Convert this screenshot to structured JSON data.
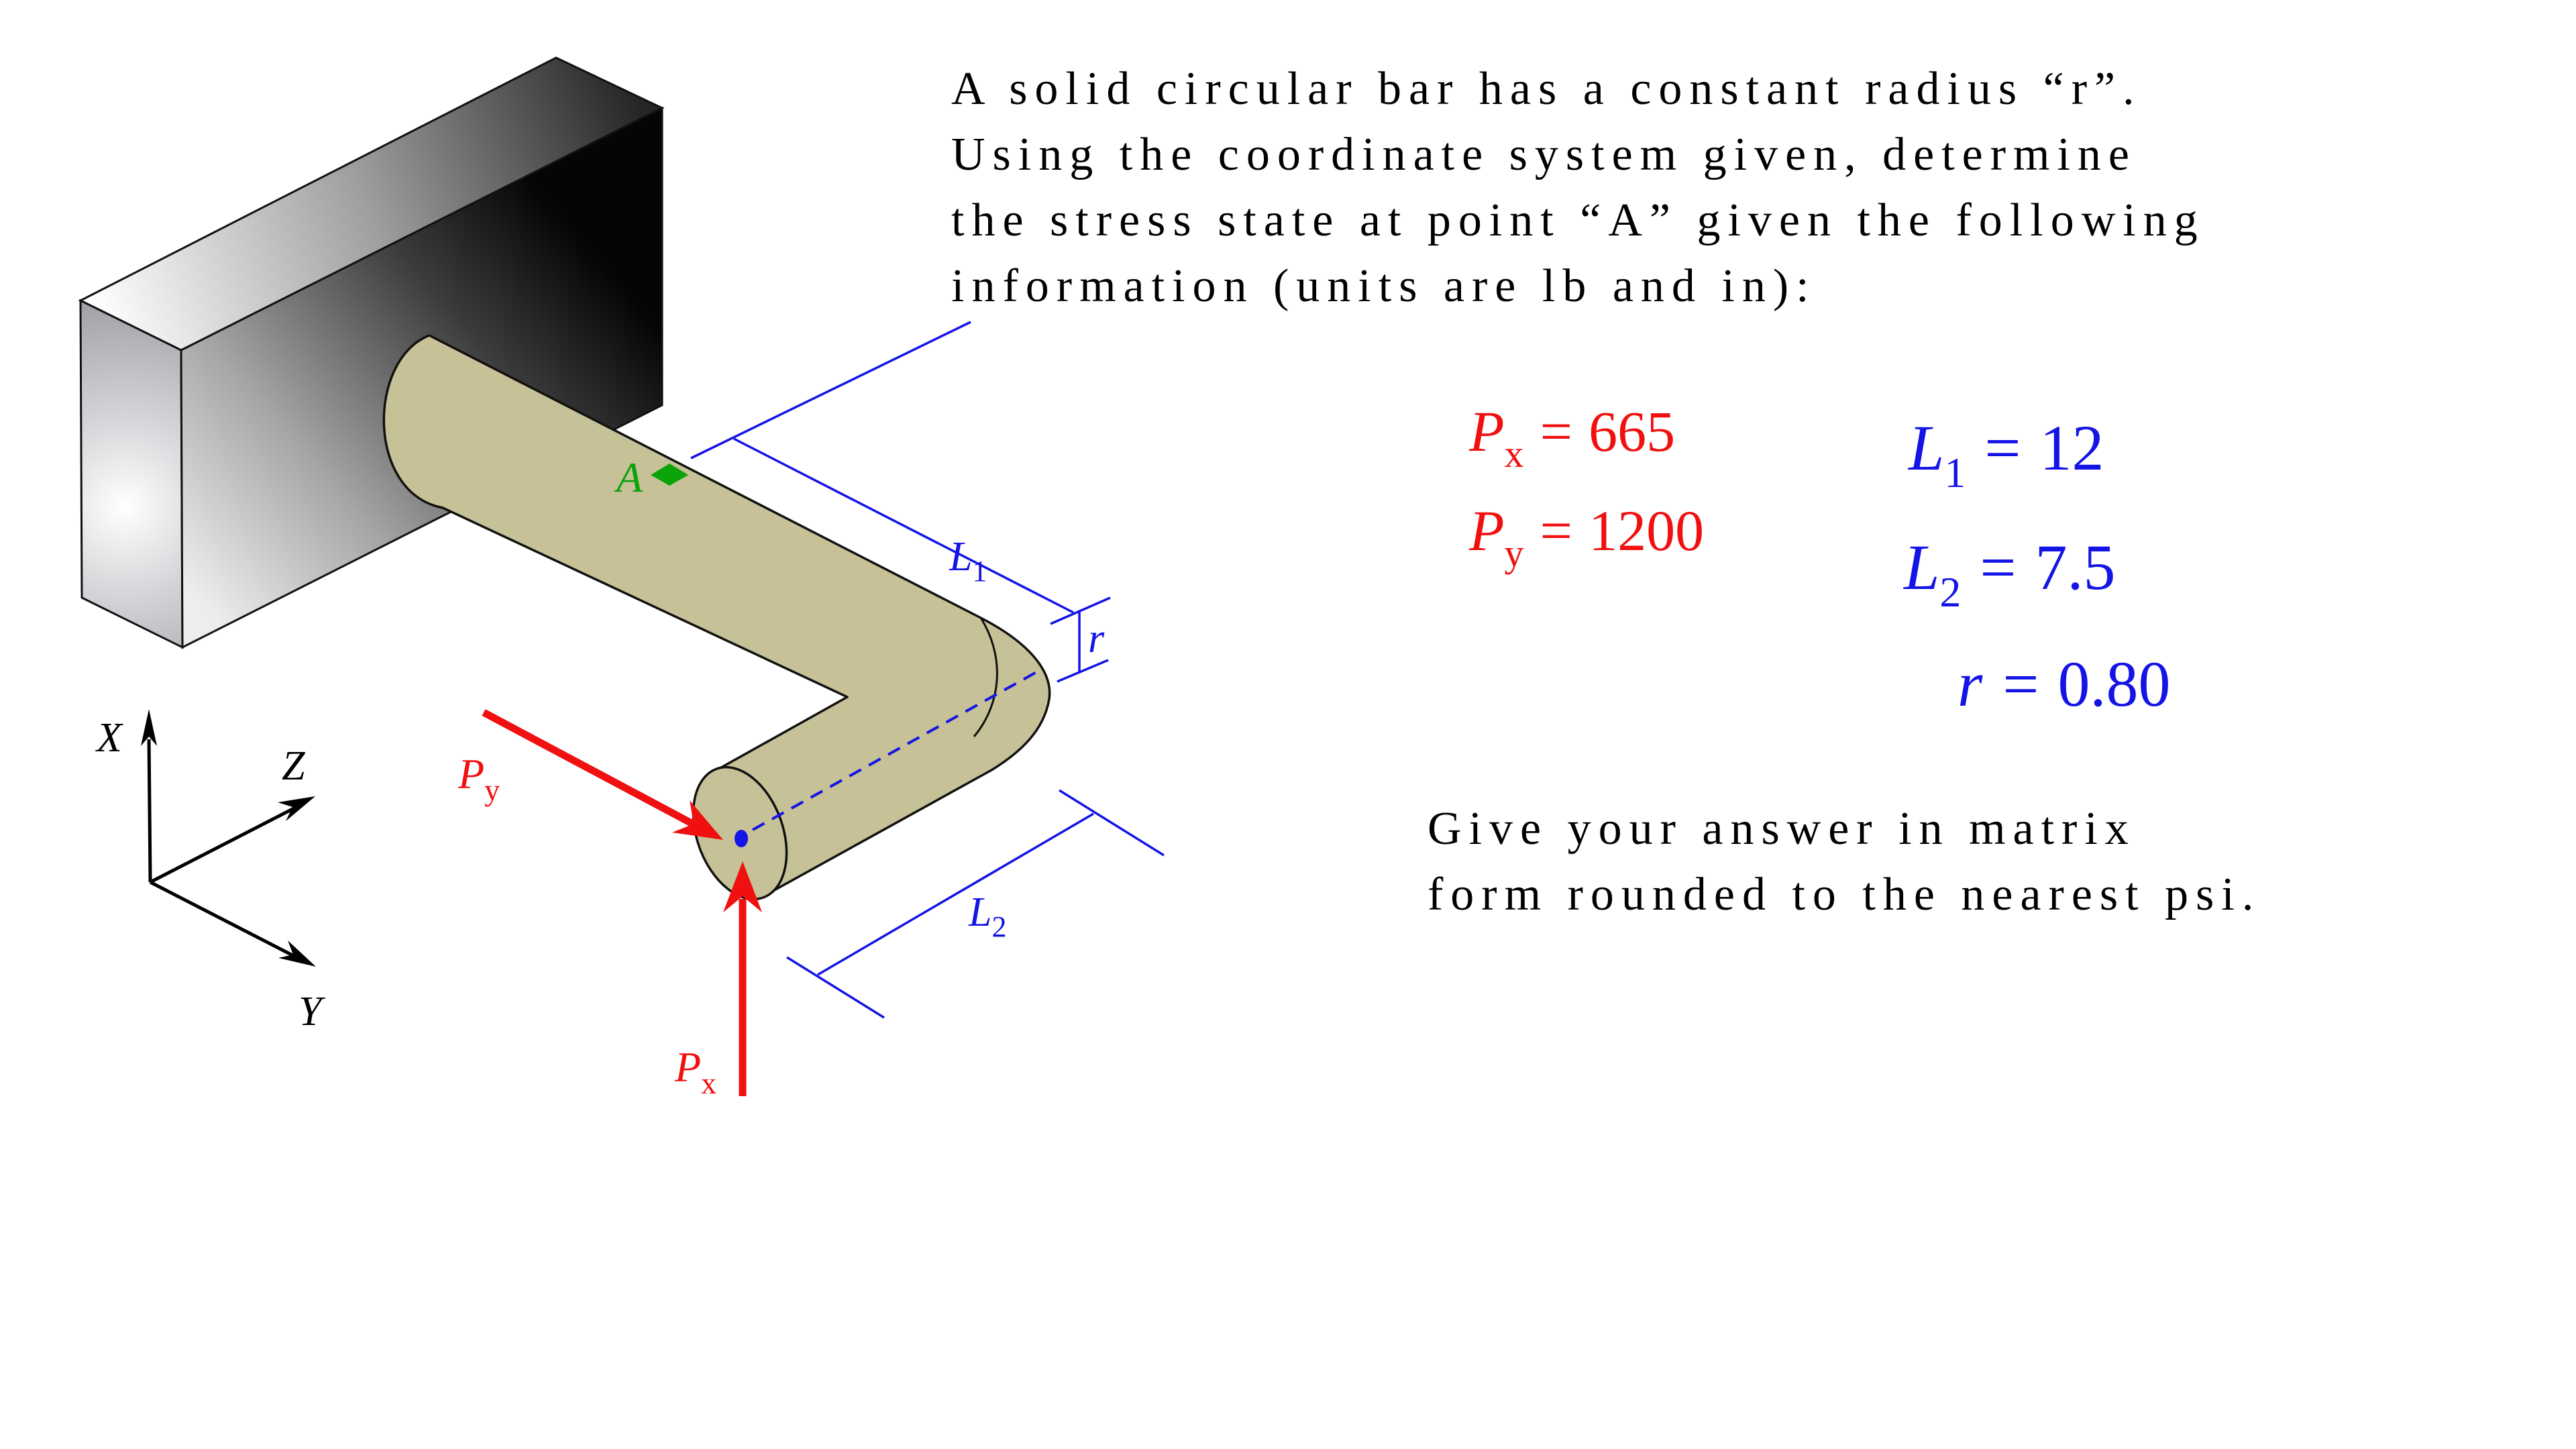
{
  "problem": {
    "lines": [
      "A solid circular bar has a constant radius “r”.",
      "Using the coordinate system given, determine",
      "the stress state at point “A” given the following",
      "information (units are  lb and in):"
    ]
  },
  "givens": {
    "equals": "=",
    "px": {
      "var": "P",
      "sub": "x",
      "value": "665"
    },
    "py": {
      "var": "P",
      "sub": "y",
      "value": "1200"
    },
    "l1": {
      "var": "L",
      "sub": "1",
      "value": "12"
    },
    "l2": {
      "var": "L",
      "sub": "2",
      "value": "7.5"
    },
    "r": {
      "var": "r",
      "value": "0.80"
    }
  },
  "instruction": {
    "lines": [
      "Give your answer in matrix",
      "form rounded to the nearest psi."
    ]
  },
  "diagram": {
    "point_label": "A",
    "axes": {
      "x": "X",
      "y": "Y",
      "z": "Z"
    },
    "dims": {
      "l1": {
        "var": "L",
        "sub": "1"
      },
      "l2": {
        "var": "L",
        "sub": "2"
      },
      "r": "r"
    },
    "forces": {
      "px": {
        "var": "P",
        "sub": "x"
      },
      "py": {
        "var": "P",
        "sub": "y"
      }
    }
  },
  "colors": {
    "red": "#f01010",
    "blue": "#1414e6",
    "green": "#0aa30a",
    "bar_fill": "#c6c196",
    "outline": "#111111"
  }
}
